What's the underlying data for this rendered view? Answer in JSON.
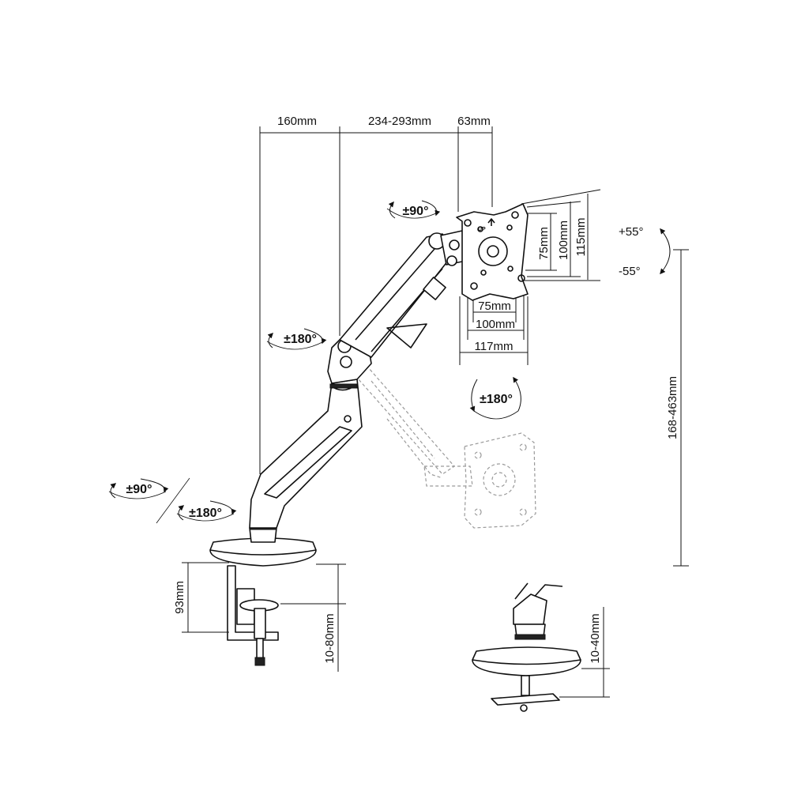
{
  "dimensions": {
    "base_offset": "160mm",
    "arm_reach": "234-293mm",
    "head_offset": "63mm",
    "vesa_h_75": "75mm",
    "vesa_h_100": "100mm",
    "plate_width": "117mm",
    "vesa_v_75": "75mm",
    "vesa_v_100": "100mm",
    "plate_height": "115mm",
    "height_range": "168-463mm",
    "clamp_height": "93mm",
    "clamp_desk": "10-80mm",
    "grommet_desk": "10-40mm"
  },
  "rotations": {
    "head_swivel": "±90°",
    "elbow_swivel": "±180°",
    "screen_rotation": "±180°",
    "base_swivel": "±90°",
    "column_swivel": "±180°",
    "tilt_up": "+55°",
    "tilt_down": "-55°"
  },
  "labels": {
    "up_mark": "UP"
  }
}
